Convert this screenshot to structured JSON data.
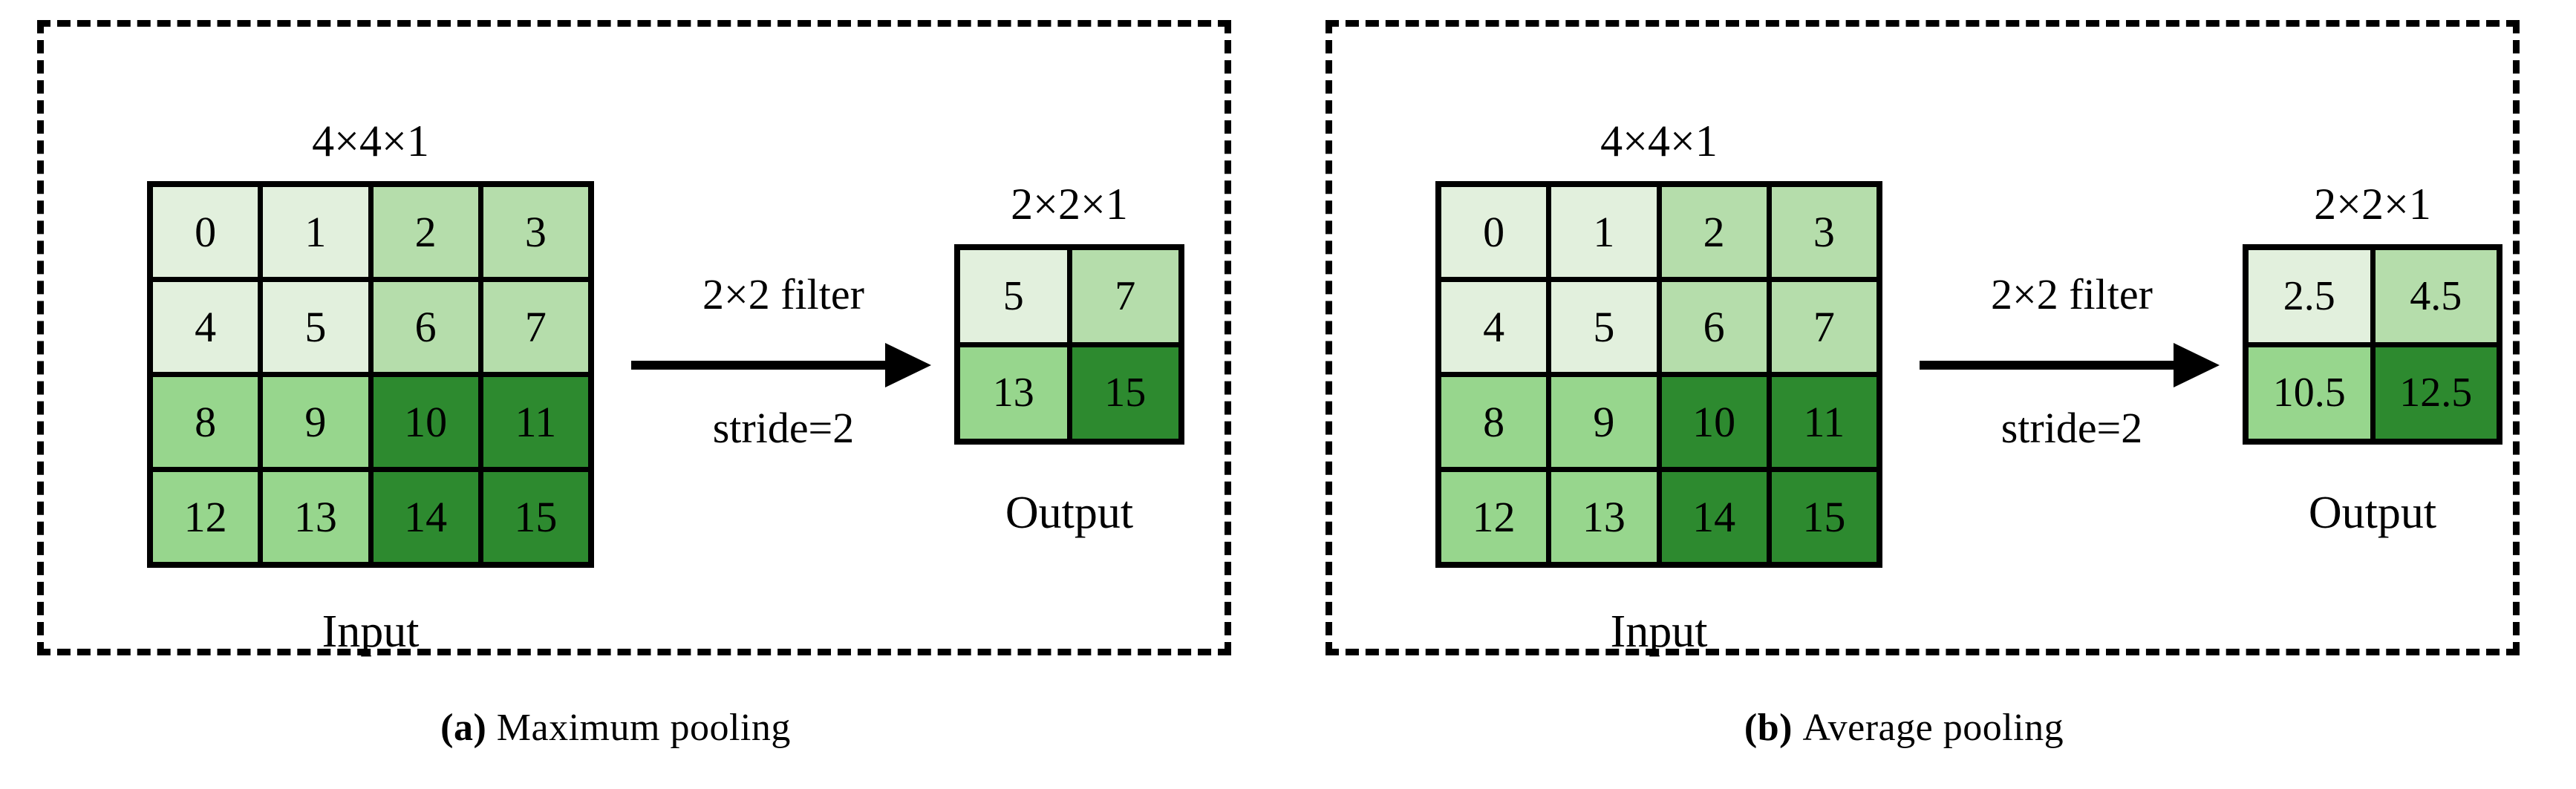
{
  "figure": {
    "colors": {
      "tint_very_light": "#e2f0dd",
      "tint_light": "#b5ddab",
      "tint_medium": "#97d68d",
      "tint_dark": "#2d8a2f",
      "stroke": "#000000",
      "background": "#ffffff"
    }
  },
  "panels": [
    {
      "id": "a",
      "caption_tag": "(a)",
      "caption_text": "Maximum pooling",
      "input": {
        "title": "4×4×1",
        "sublabel": "Input",
        "rows": [
          [
            "0",
            "1",
            "2",
            "3"
          ],
          [
            "4",
            "5",
            "6",
            "7"
          ],
          [
            "8",
            "9",
            "10",
            "11"
          ],
          [
            "12",
            "13",
            "14",
            "15"
          ]
        ]
      },
      "arrow": {
        "top_label": "2×2 filter",
        "bottom_label": "stride=2"
      },
      "output": {
        "title": "2×2×1",
        "sublabel": "Output",
        "rows": [
          [
            "5",
            "7"
          ],
          [
            "13",
            "15"
          ]
        ]
      }
    },
    {
      "id": "b",
      "caption_tag": "(b)",
      "caption_text": "Average pooling",
      "input": {
        "title": "4×4×1",
        "sublabel": "Input",
        "rows": [
          [
            "0",
            "1",
            "2",
            "3"
          ],
          [
            "4",
            "5",
            "6",
            "7"
          ],
          [
            "8",
            "9",
            "10",
            "11"
          ],
          [
            "12",
            "13",
            "14",
            "15"
          ]
        ]
      },
      "arrow": {
        "top_label": "2×2 filter",
        "bottom_label": "stride=2"
      },
      "output": {
        "title": "2×2×1",
        "sublabel": "Output",
        "rows": [
          [
            "2.5",
            "4.5"
          ],
          [
            "10.5",
            "12.5"
          ]
        ]
      }
    }
  ]
}
